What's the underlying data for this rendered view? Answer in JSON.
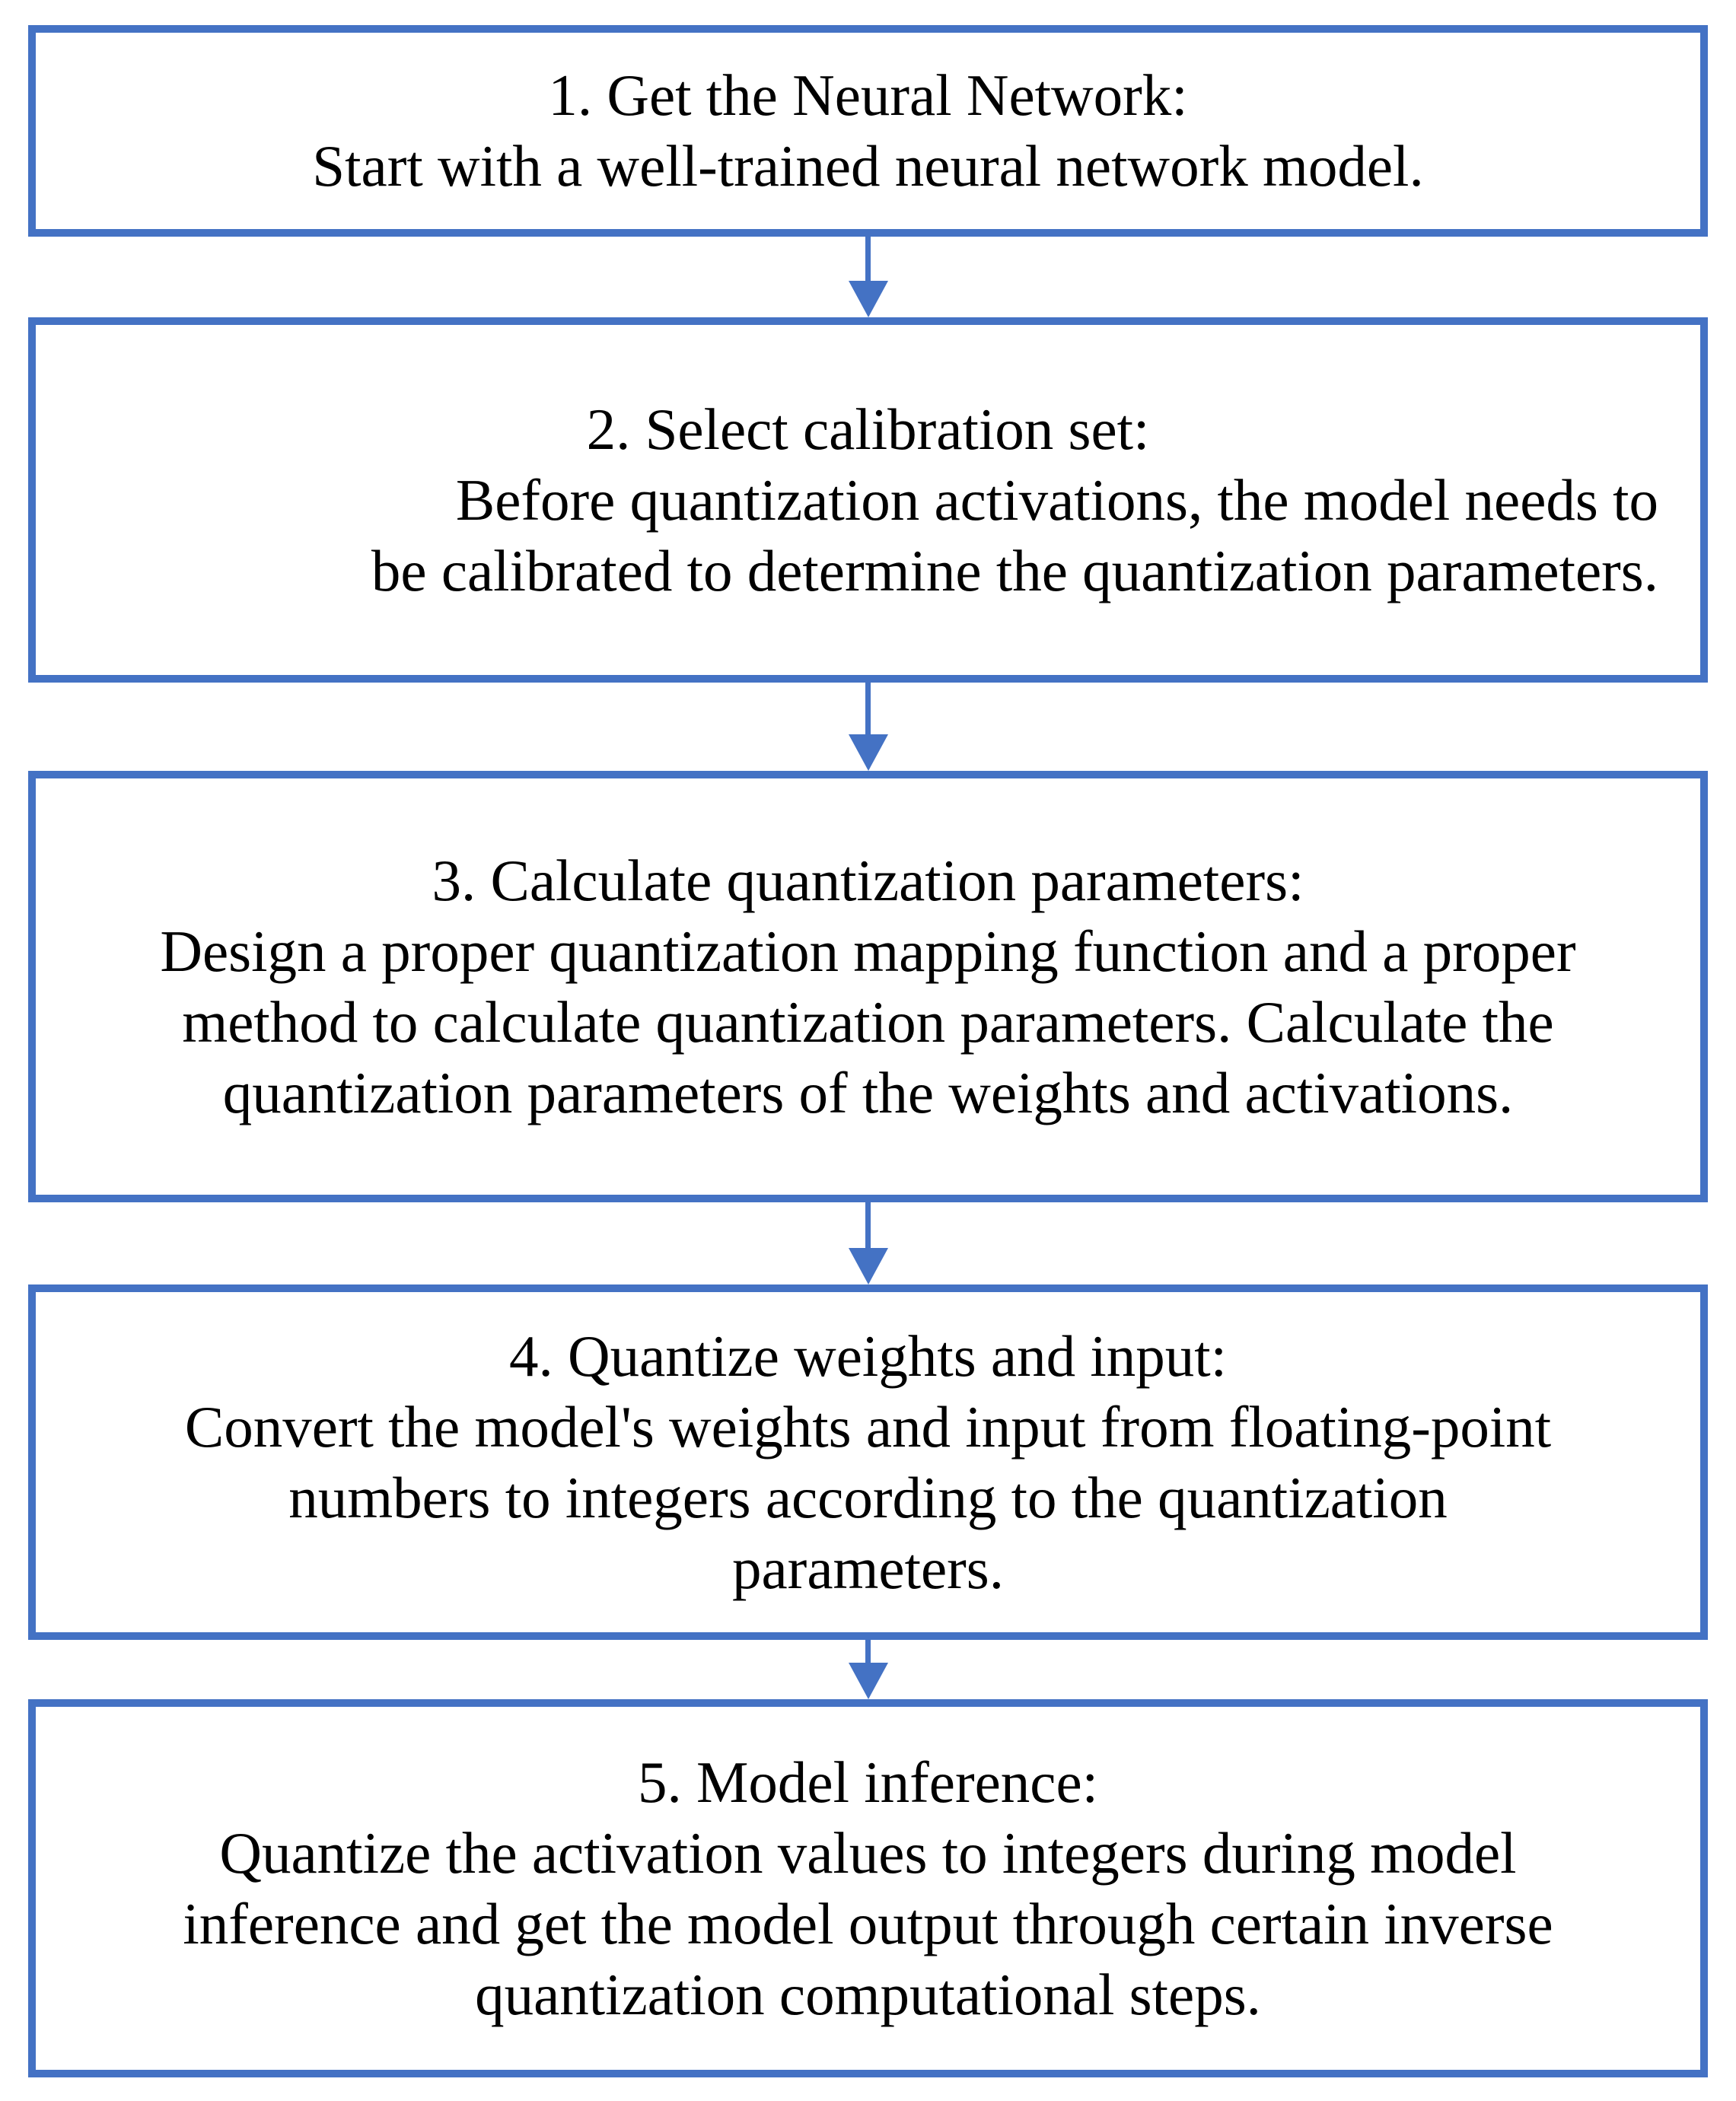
{
  "flowchart": {
    "background_color": "#ffffff",
    "border_color": "#4472C4",
    "arrow_color": "#4472C4",
    "text_color": "#000000",
    "arrow_direction": "down",
    "boxes": [
      {
        "title": "1. Get the Neural Network:",
        "body_lines": [
          {
            "text": "Start with a well-trained neural network model.",
            "align": "center"
          }
        ]
      },
      {
        "title": "2. Select calibration set:",
        "body_lines": [
          {
            "text": "Before quantization activations, the model needs to",
            "align": "right"
          },
          {
            "text": "be calibrated to determine the quantization parameters.",
            "align": "right"
          }
        ]
      },
      {
        "title": "3. Calculate quantization parameters:",
        "body_lines": [
          {
            "text": "Design a proper quantization mapping function and a proper",
            "align": "center"
          },
          {
            "text": "method to calculate quantization parameters. Calculate the",
            "align": "center"
          },
          {
            "text": "quantization parameters of the weights and activations.",
            "align": "center"
          }
        ]
      },
      {
        "title": "4. Quantize weights and input:",
        "body_lines": [
          {
            "text": "Convert the model's weights and input from floating-point",
            "align": "center"
          },
          {
            "text": "numbers to integers according to the quantization",
            "align": "center"
          },
          {
            "text": "parameters.",
            "align": "center"
          }
        ]
      },
      {
        "title": "5. Model inference:",
        "body_lines": [
          {
            "text": "Quantize the activation values to integers during model",
            "align": "center"
          },
          {
            "text": "inference and get the model output through certain inverse",
            "align": "center"
          },
          {
            "text": "quantization computational steps.",
            "align": "center"
          }
        ]
      }
    ]
  }
}
